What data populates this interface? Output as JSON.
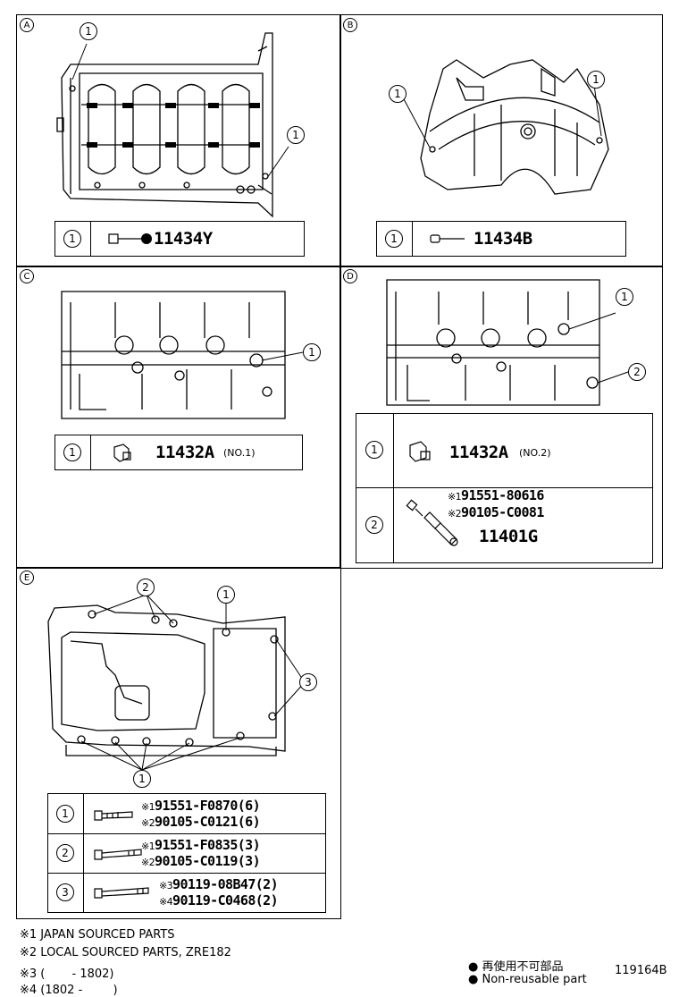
{
  "panels": {
    "A": {
      "label": "A",
      "callouts": [
        "1",
        "1"
      ],
      "row": {
        "num": "1",
        "part": "11434Y"
      }
    },
    "B": {
      "label": "B",
      "callouts": [
        "1",
        "1"
      ],
      "row": {
        "num": "1",
        "part": "11434B"
      }
    },
    "C": {
      "label": "C",
      "callouts": [
        "1"
      ],
      "row": {
        "num": "1",
        "part": "11432A",
        "note": "(NO.1)"
      }
    },
    "D": {
      "label": "D",
      "callouts": [
        "1",
        "2"
      ],
      "rows": [
        {
          "num": "1",
          "part": "11432A",
          "note": "(NO.2)"
        },
        {
          "num": "2",
          "lines": [
            {
              "mark": "※1",
              "part": "91551-80616"
            },
            {
              "mark": "※2",
              "part": "90105-C0081"
            }
          ],
          "part2": "11401G"
        }
      ]
    },
    "E": {
      "label": "E",
      "callouts": [
        "2",
        "1",
        "3",
        "1"
      ],
      "rows": [
        {
          "num": "1",
          "lines": [
            {
              "mark": "※1",
              "part": "91551-F0870(6)"
            },
            {
              "mark": "※2",
              "part": "90105-C0121(6)"
            }
          ]
        },
        {
          "num": "2",
          "lines": [
            {
              "mark": "※1",
              "part": "91551-F0835(3)"
            },
            {
              "mark": "※2",
              "part": "90105-C0119(3)"
            }
          ]
        },
        {
          "num": "3",
          "lines": [
            {
              "mark": "※3",
              "part": "90119-08B47(2)"
            },
            {
              "mark": "※4",
              "part": "90119-C0468(2)"
            }
          ]
        }
      ]
    }
  },
  "notes": [
    "※1 JAPAN SOURCED PARTS",
    "※2 LOCAL SOURCED PARTS, ZRE182",
    "※3 (　　 - 1802)",
    "※4 (1802 - 　　 )"
  ],
  "legend": {
    "reuse_jp": "● 再使用不可部品",
    "nonreusable": "● Non-reusable part"
  },
  "figure_id": "119164B"
}
